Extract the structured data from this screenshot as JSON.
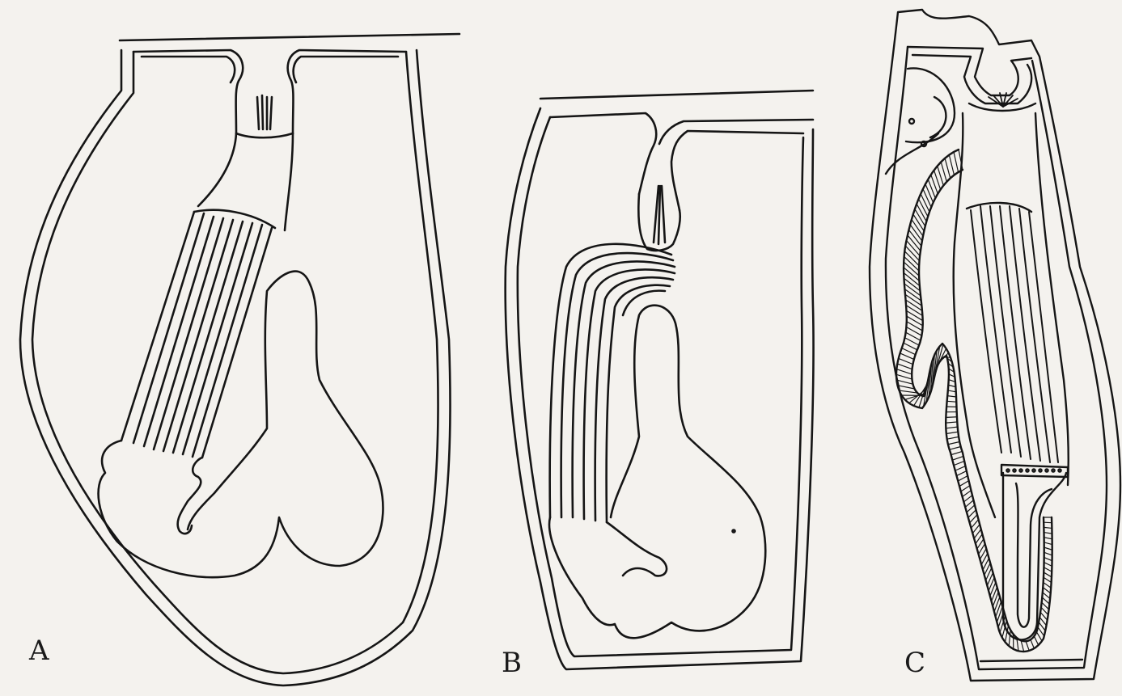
{
  "panels": [
    {
      "label": "A"
    },
    {
      "label": "B"
    },
    {
      "label": "C"
    }
  ],
  "ink_color": "#151515",
  "paper_color": "#f4f2ee"
}
